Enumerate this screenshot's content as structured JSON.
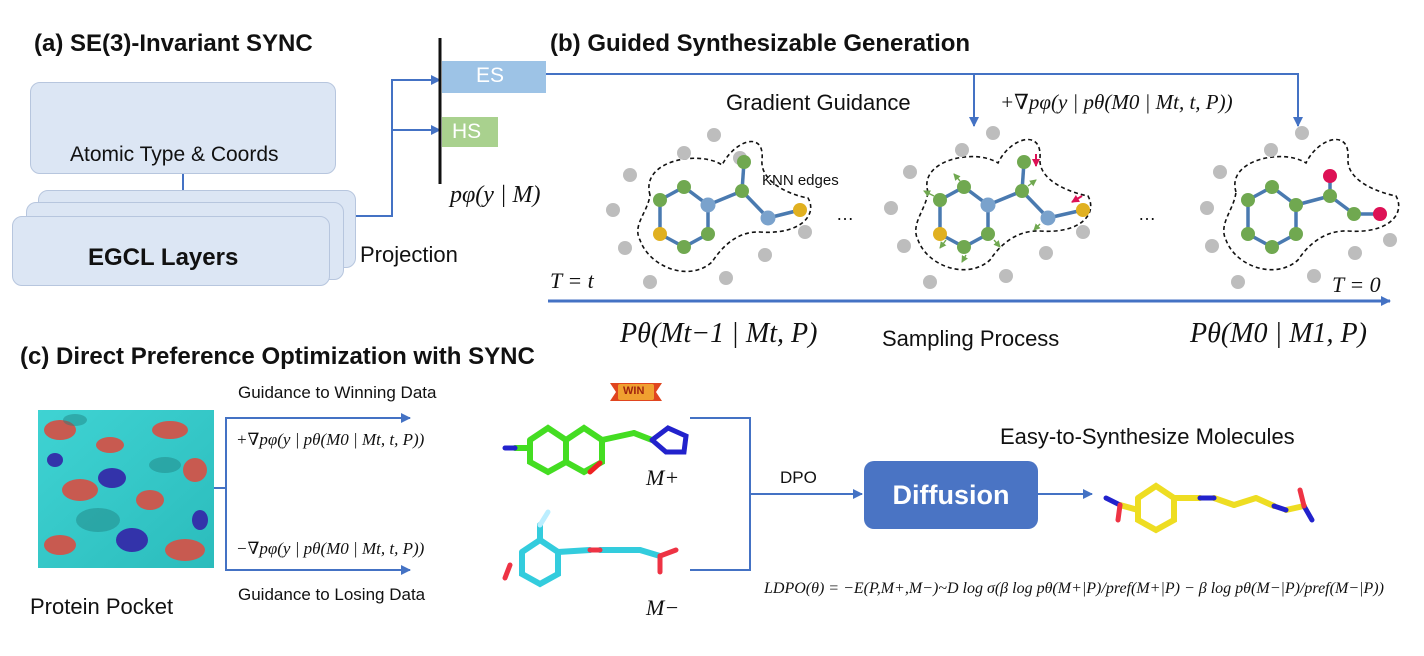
{
  "section_a": {
    "title": "(a) SE(3)-Invariant SYNC",
    "input_label": "Atomic Type & Coords",
    "layers_label": "EGCL Layers",
    "projection_label": "Projection",
    "es_label": "ES",
    "hs_label": "HS",
    "predictor": "pφ(y | M)"
  },
  "section_b": {
    "title": "(b) Guided Synthesizable Generation",
    "gradient_label": "Gradient Guidance",
    "gradient_formula": "+∇pφ(y | pθ(M0 | Mt, t, P))",
    "knn_label": "KNN edges",
    "ellipsis": "…",
    "t_start": "T = t",
    "t_end": "T = 0",
    "transition_left": "Pθ(Mt−1 | Mt, P)",
    "sampling_label": "Sampling Process",
    "transition_right": "Pθ(M0 | M1, P)"
  },
  "section_c": {
    "title": "(c) Direct Preference Optimization with SYNC",
    "pocket_label": "Protein Pocket",
    "win_guidance_label": "Guidance to Winning Data",
    "win_formula": "+∇pφ(y | pθ(M0 | Mt, t, P))",
    "lose_formula": "−∇pφ(y | pθ(M0 | Mt, t, P))",
    "lose_guidance_label": "Guidance to Losing Data",
    "win_badge": "WIN",
    "m_plus": "M+",
    "m_minus": "M−",
    "dpo_label": "DPO",
    "diffusion_label": "Diffusion",
    "output_label": "Easy-to-Synthesize Molecules",
    "loss_formula": "LDPO(θ) = −E(P,M+,M−)~D log σ(β log pθ(M+|P)/pref(M+|P) − β log pθ(M−|P)/pref(M−|P))"
  },
  "colors": {
    "arrow": "#4472c4",
    "es_box": "#9dc3e6",
    "hs_box": "#a9d18e",
    "card": "#dce6f4",
    "diffusion_box": "#4a74c4",
    "atom_green": "#70a850",
    "atom_blue": "#7aa2cc",
    "atom_yellow": "#e0b020",
    "atom_pink": "#dd1155",
    "atom_gray": "#bdbdbd"
  }
}
